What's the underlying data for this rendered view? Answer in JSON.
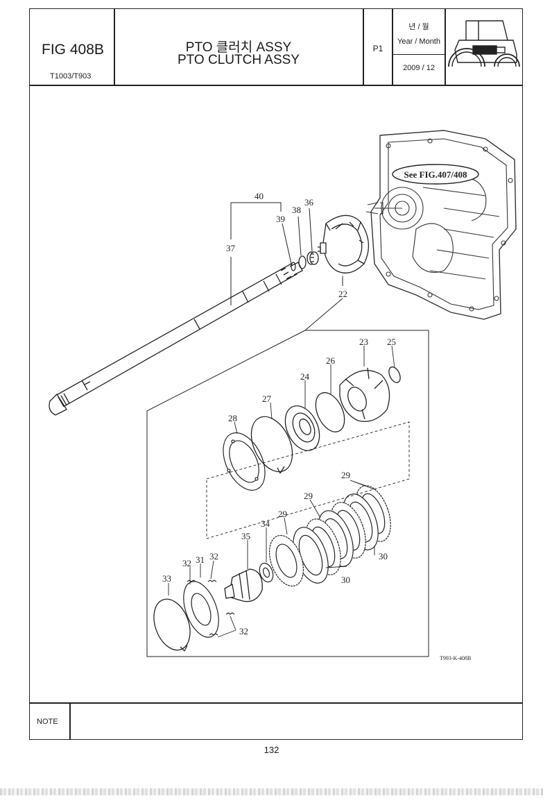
{
  "header": {
    "figure_code": "FIG 408B",
    "model": "T1003/T903",
    "title_ko": "PTO 클러치 ASSY",
    "title_en": "PTO CLUTCH ASSY",
    "page_code": "P1",
    "year_month_ko": "년 / 월",
    "year_month_en": "Year / Month",
    "year_month_value": "2009 / 12",
    "tractor_icon": "tractor-silhouette"
  },
  "diagram": {
    "reference_label": "See FIG.407/408",
    "drawing_number": "T993-K-408B",
    "callouts": [
      "40",
      "39",
      "38",
      "36",
      "37",
      "22",
      "23",
      "25",
      "26",
      "24",
      "27",
      "28",
      "29",
      "29",
      "29",
      "34",
      "35",
      "30",
      "30",
      "32",
      "31",
      "32",
      "33",
      "32"
    ]
  },
  "footer": {
    "note_label": "NOTE",
    "note_text": "",
    "page_number": "132"
  }
}
